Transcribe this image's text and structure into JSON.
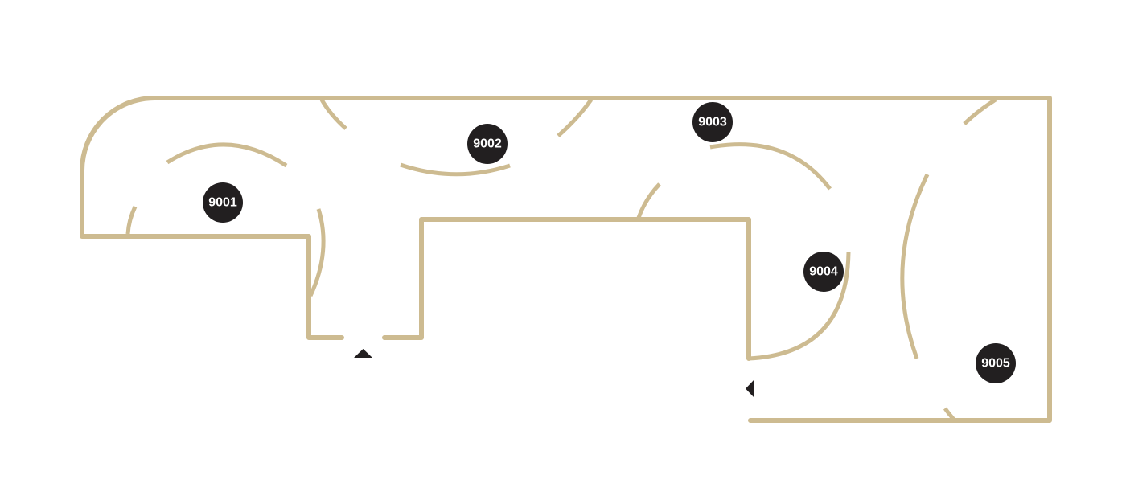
{
  "colors": {
    "wall": "#cdbb91",
    "marker_fill": "#221f20",
    "marker_text": "#ffffff",
    "entry_arrow": "#221f20"
  },
  "rooms": [
    {
      "id": "9001",
      "label": "9001"
    },
    {
      "id": "9002",
      "label": "9002"
    },
    {
      "id": "9003",
      "label": "9003"
    },
    {
      "id": "9004",
      "label": "9004"
    },
    {
      "id": "9005",
      "label": "9005"
    }
  ],
  "entrances": [
    {
      "id": "entrance-bottom",
      "direction": "up"
    },
    {
      "id": "entrance-right",
      "direction": "left"
    }
  ]
}
